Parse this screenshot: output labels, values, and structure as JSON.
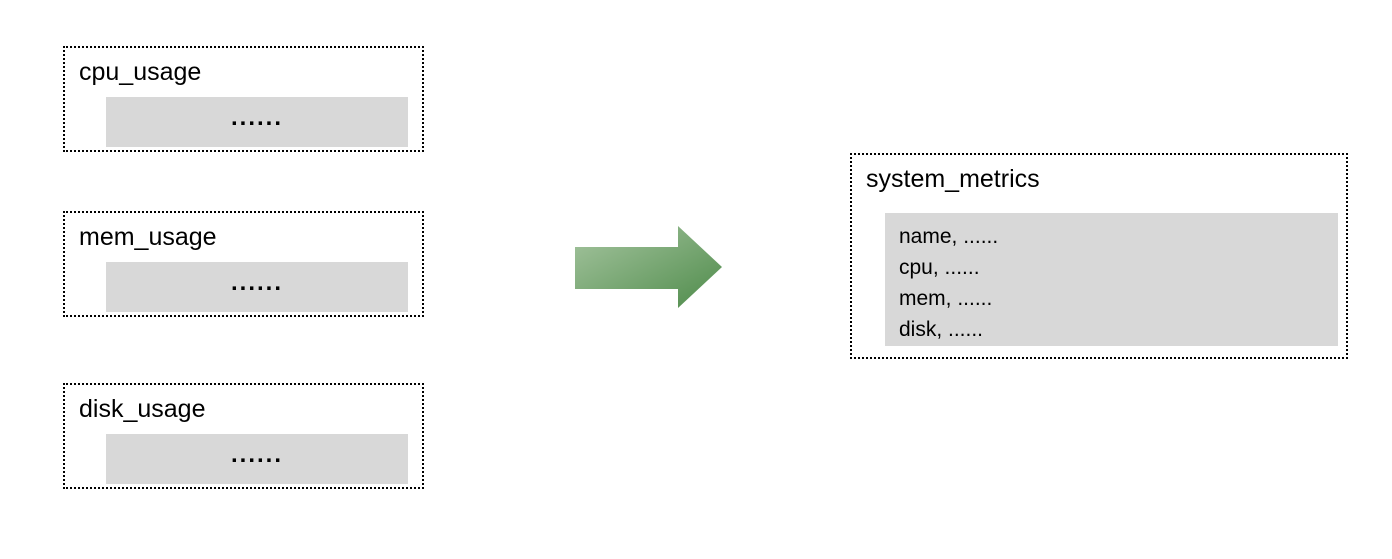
{
  "diagram": {
    "source_boxes": [
      {
        "title": "cpu_usage",
        "placeholder": "......"
      },
      {
        "title": "mem_usage",
        "placeholder": "......"
      },
      {
        "title": "disk_usage",
        "placeholder": "......"
      }
    ],
    "arrow": {
      "direction": "right",
      "gradient_from": "#a6c5a0",
      "gradient_to": "#4e8b4a"
    },
    "target_box": {
      "title": "system_metrics",
      "rows": [
        "name, ......",
        "cpu, ......",
        "mem, ......",
        "disk, ......"
      ]
    },
    "colors": {
      "panel_fill": "#d8d8d8",
      "border": "#000000",
      "background": "#ffffff"
    }
  }
}
